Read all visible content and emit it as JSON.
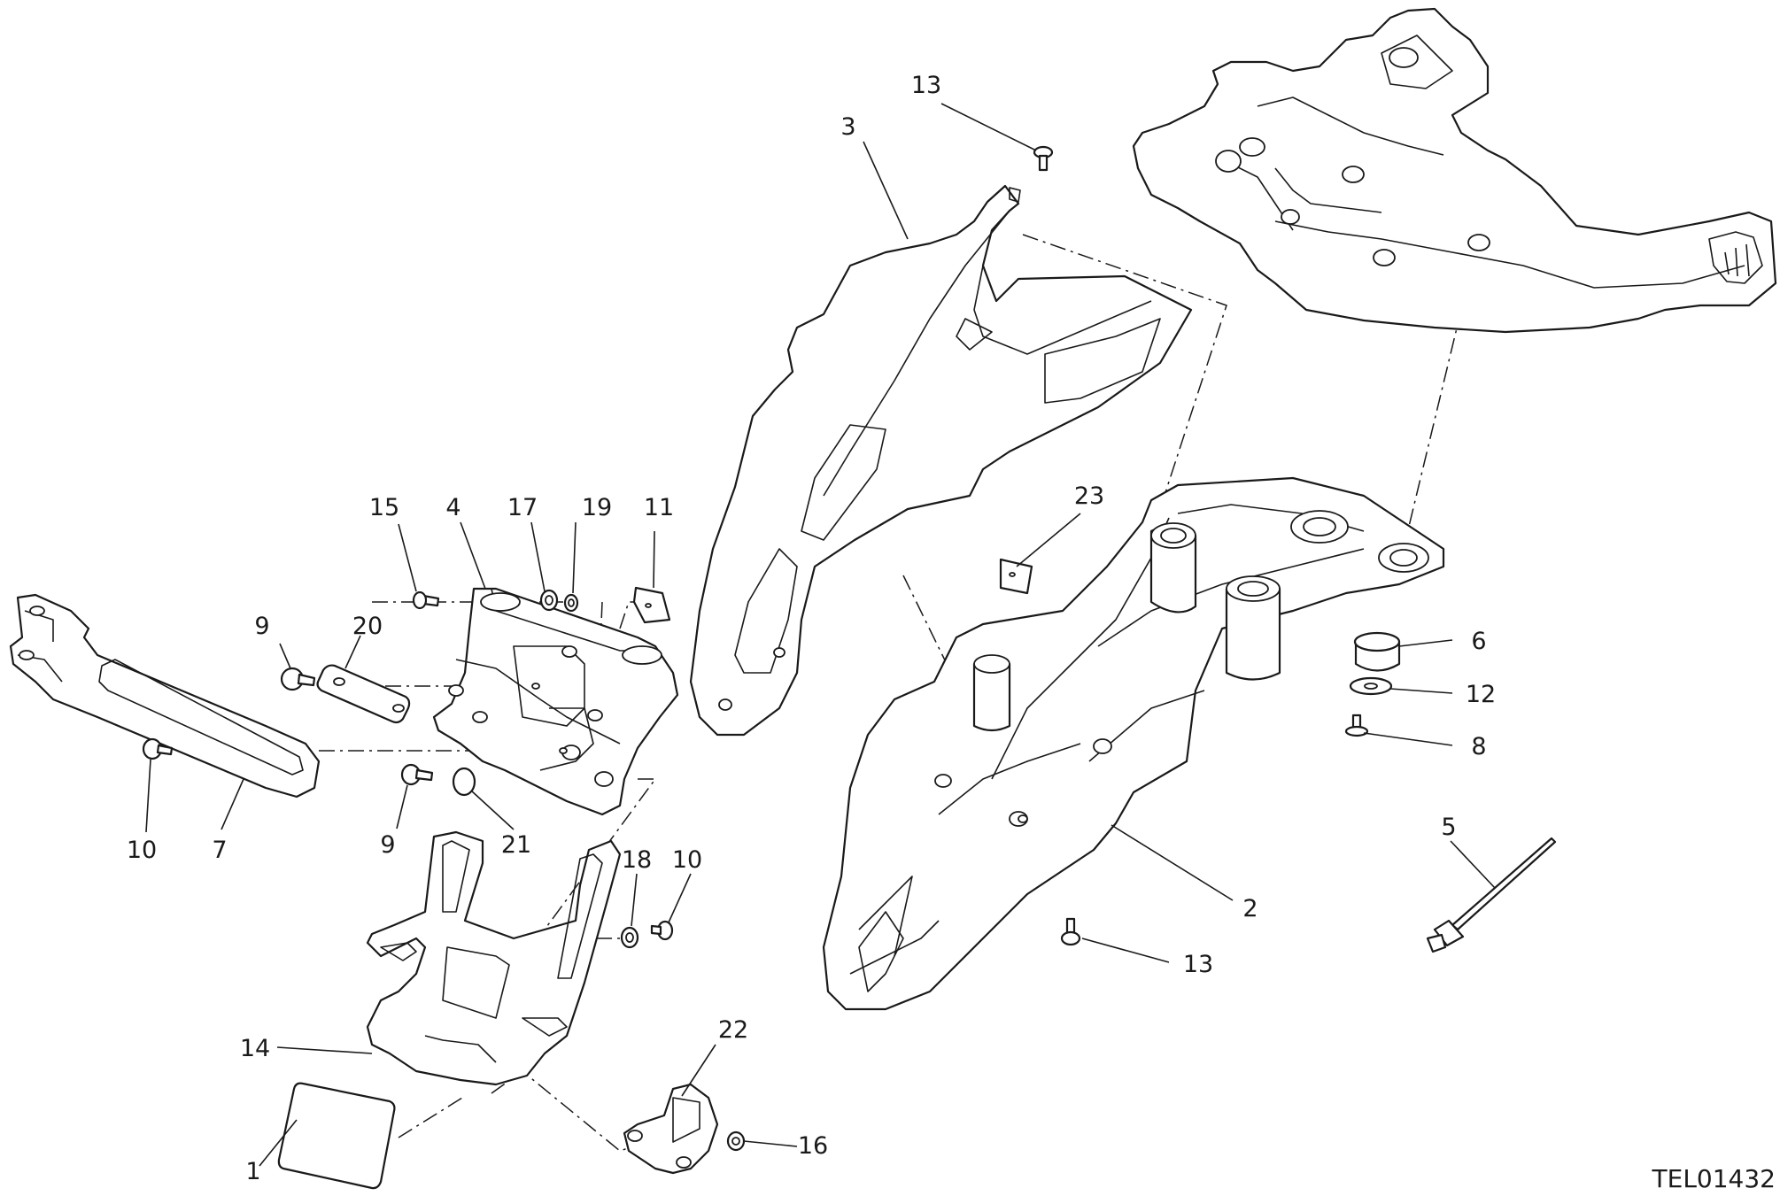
{
  "diagram": {
    "reference_code": "TEL01432",
    "callouts": {
      "c1": "1",
      "c2": "2",
      "c3": "3",
      "c4": "4",
      "c5": "5",
      "c6": "6",
      "c7": "7",
      "c8": "8",
      "c9a": "9",
      "c9b": "9",
      "c10a": "10",
      "c10b": "10",
      "c11": "11",
      "c12": "12",
      "c13a": "13",
      "c13b": "13",
      "c14": "14",
      "c15": "15",
      "c16": "16",
      "c17": "17",
      "c18": "18",
      "c19": "19",
      "c20": "20",
      "c21": "21",
      "c22": "22",
      "c23": "23"
    }
  }
}
